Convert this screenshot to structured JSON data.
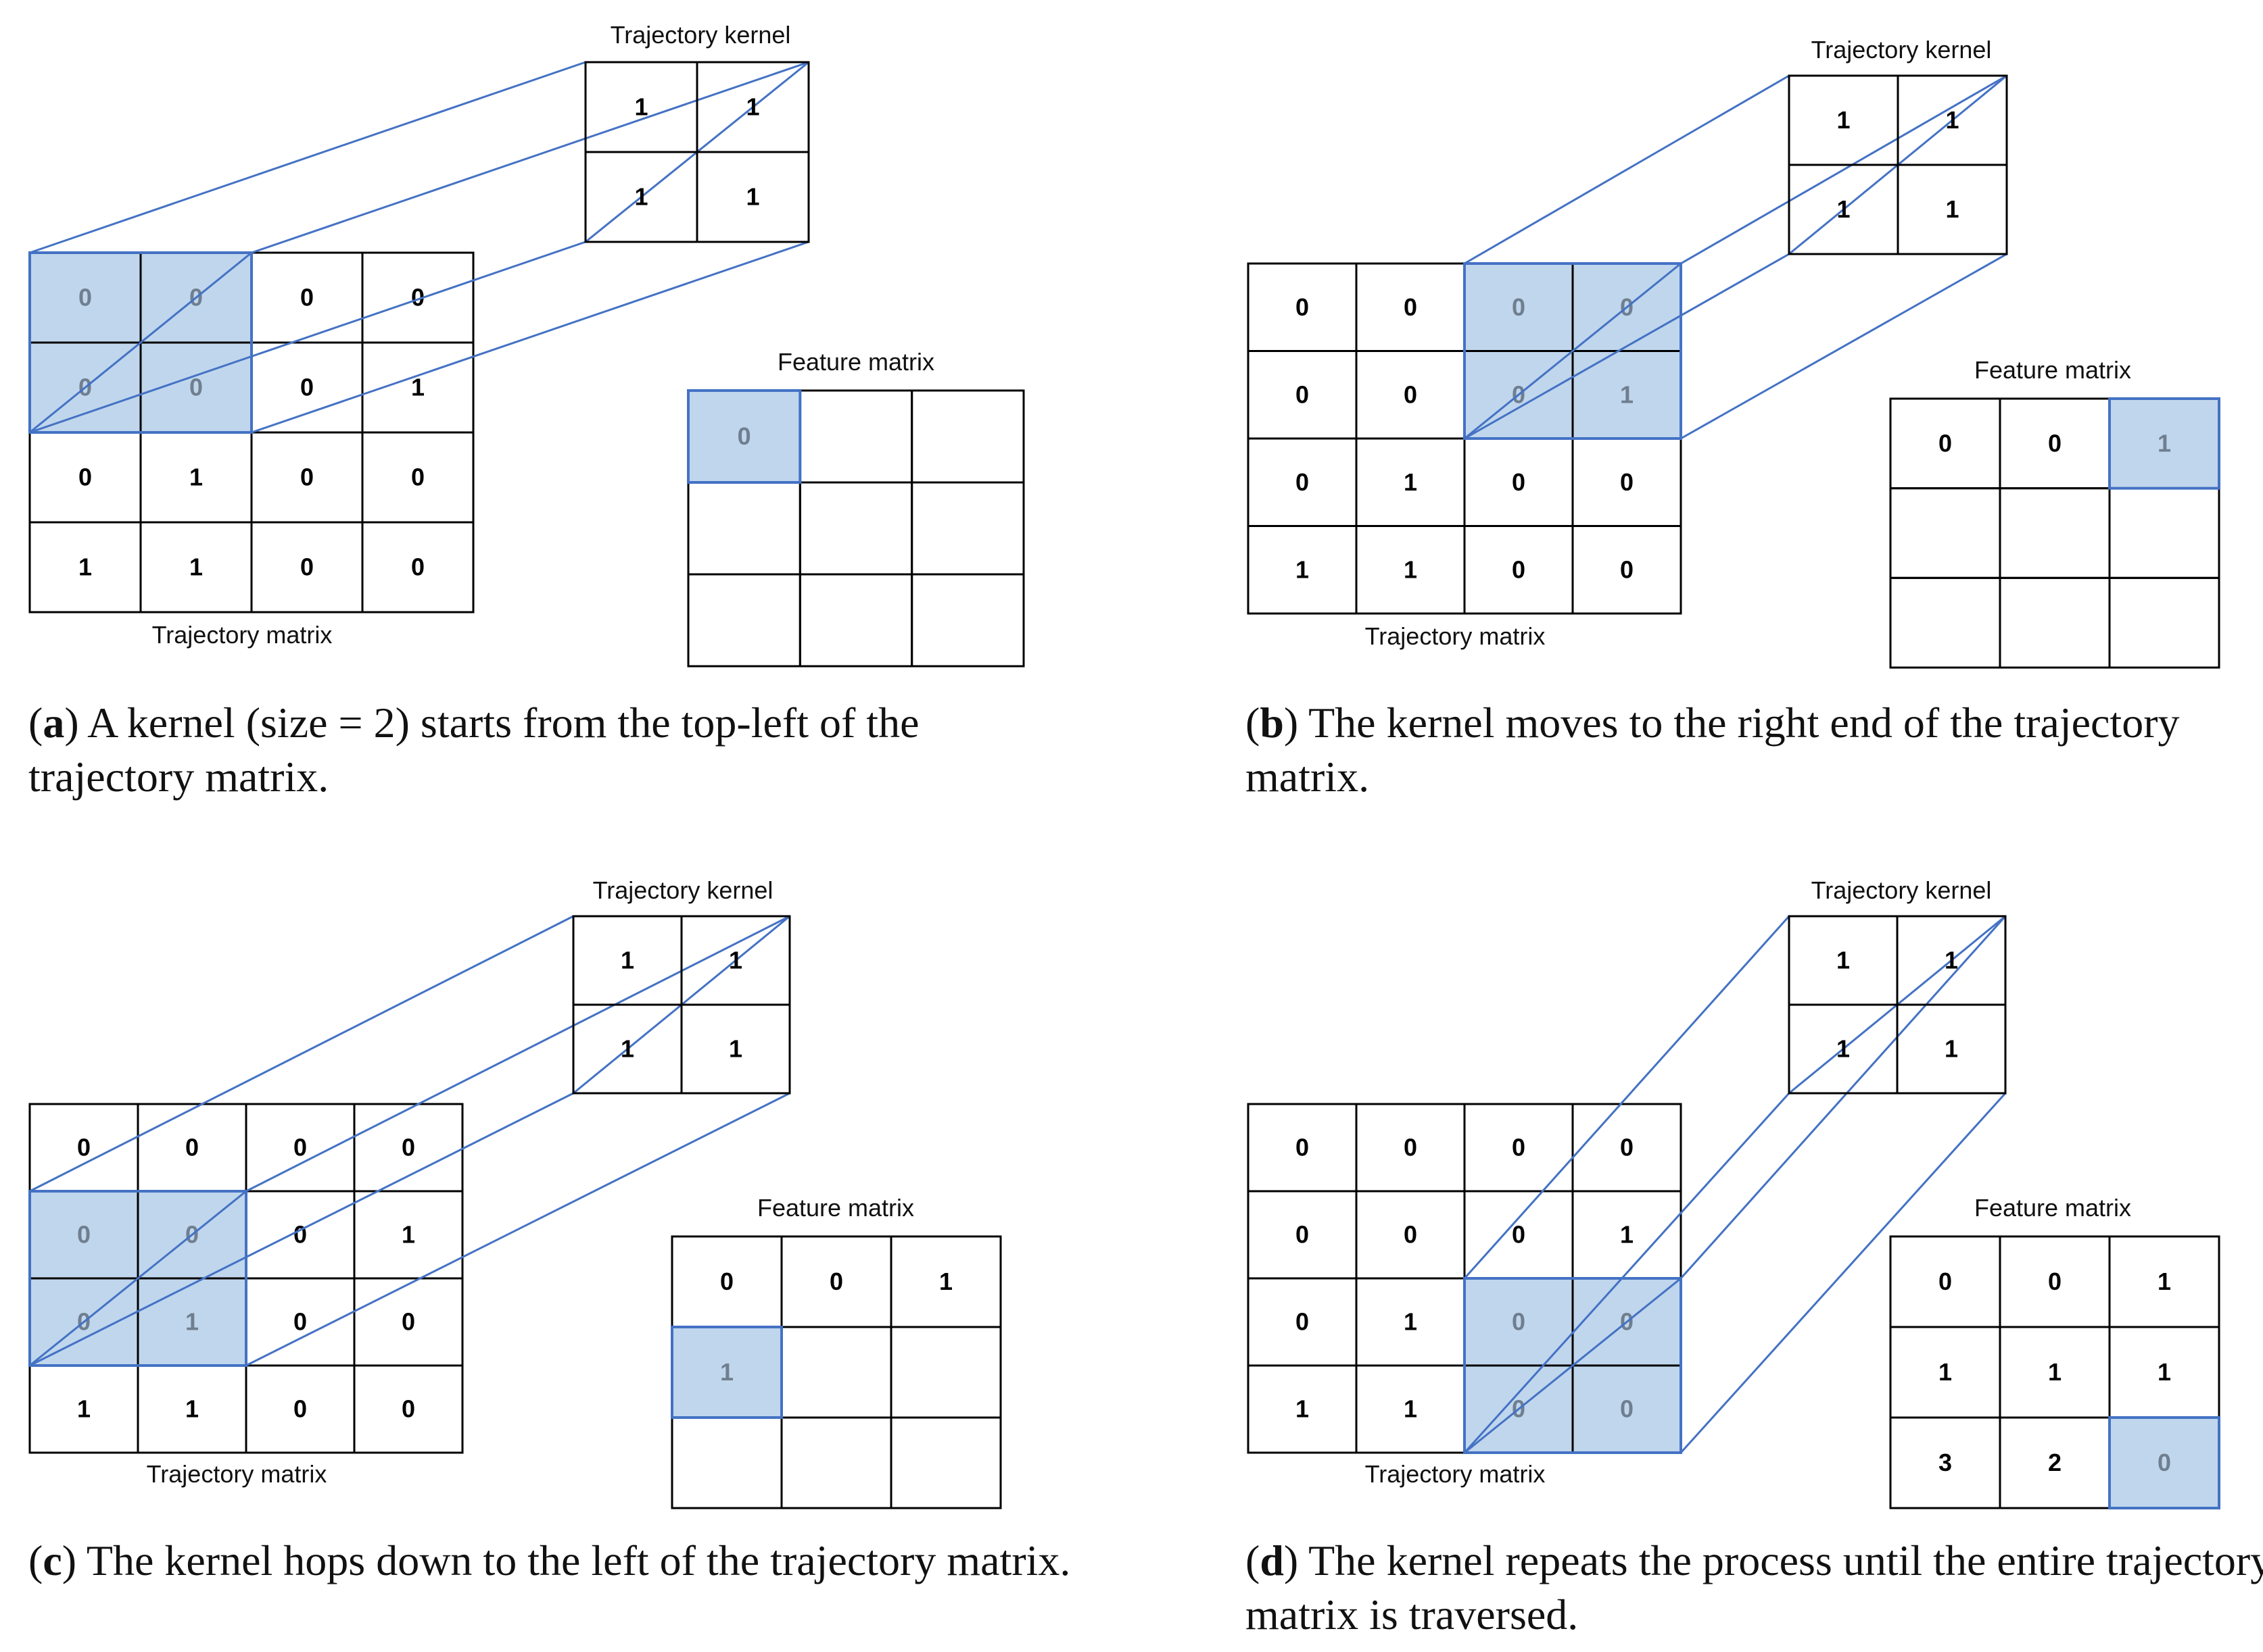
{
  "colors": {
    "highlight_fill": "#c0d6ed",
    "highlight_stroke": "#4472c4",
    "connector": "#4472c4",
    "grid": "#000000",
    "value_text": "#000000",
    "value_text_highlighted": "#6f7f8f"
  },
  "panels": [
    {
      "id": "a",
      "caption_label": "a",
      "caption_text": "A kernel (size = 2) starts from the top-left of the trajectory matrix.",
      "trajectory_label": "Trajectory matrix",
      "kernel_label": "Trajectory kernel",
      "feature_label": "Feature matrix",
      "trajectory_matrix": [
        [
          "0",
          "0",
          "0",
          "0"
        ],
        [
          "0",
          "0",
          "0",
          "1"
        ],
        [
          "0",
          "1",
          "0",
          "0"
        ],
        [
          "1",
          "1",
          "0",
          "0"
        ]
      ],
      "kernel": [
        [
          "1",
          "1"
        ],
        [
          "1",
          "1"
        ]
      ],
      "feature_matrix": [
        [
          "0",
          "",
          ""
        ],
        [
          "",
          "",
          ""
        ],
        [
          "",
          "",
          ""
        ]
      ],
      "kernel_position": [
        0,
        0
      ],
      "feature_highlight": [
        0,
        0
      ]
    },
    {
      "id": "b",
      "caption_label": "b",
      "caption_text": "The kernel moves to the right end of the trajectory matrix.",
      "trajectory_label": "Trajectory matrix",
      "kernel_label": "Trajectory kernel",
      "feature_label": "Feature matrix",
      "trajectory_matrix": [
        [
          "0",
          "0",
          "0",
          "0"
        ],
        [
          "0",
          "0",
          "0",
          "1"
        ],
        [
          "0",
          "1",
          "0",
          "0"
        ],
        [
          "1",
          "1",
          "0",
          "0"
        ]
      ],
      "kernel": [
        [
          "1",
          "1"
        ],
        [
          "1",
          "1"
        ]
      ],
      "feature_matrix": [
        [
          "0",
          "0",
          "1"
        ],
        [
          "",
          "",
          ""
        ],
        [
          "",
          "",
          ""
        ]
      ],
      "kernel_position": [
        0,
        2
      ],
      "feature_highlight": [
        0,
        2
      ]
    },
    {
      "id": "c",
      "caption_label": "c",
      "caption_text": "The kernel hops down to the left of the trajectory matrix.",
      "trajectory_label": "Trajectory matrix",
      "kernel_label": "Trajectory kernel",
      "feature_label": "Feature matrix",
      "trajectory_matrix": [
        [
          "0",
          "0",
          "0",
          "0"
        ],
        [
          "0",
          "0",
          "0",
          "1"
        ],
        [
          "0",
          "1",
          "0",
          "0"
        ],
        [
          "1",
          "1",
          "0",
          "0"
        ]
      ],
      "kernel": [
        [
          "1",
          "1"
        ],
        [
          "1",
          "1"
        ]
      ],
      "feature_matrix": [
        [
          "0",
          "0",
          "1"
        ],
        [
          "1",
          "",
          ""
        ],
        [
          "",
          "",
          ""
        ]
      ],
      "kernel_position": [
        1,
        0
      ],
      "feature_highlight": [
        1,
        0
      ]
    },
    {
      "id": "d",
      "caption_label": "d",
      "caption_text": "The kernel repeats the process until the entire trajectory matrix is traversed.",
      "trajectory_label": "Trajectory matrix",
      "kernel_label": "Trajectory kernel",
      "feature_label": "Feature matrix",
      "trajectory_matrix": [
        [
          "0",
          "0",
          "0",
          "0"
        ],
        [
          "0",
          "0",
          "0",
          "1"
        ],
        [
          "0",
          "1",
          "0",
          "0"
        ],
        [
          "1",
          "1",
          "0",
          "0"
        ]
      ],
      "kernel": [
        [
          "1",
          "1"
        ],
        [
          "1",
          "1"
        ]
      ],
      "feature_matrix": [
        [
          "0",
          "0",
          "1"
        ],
        [
          "1",
          "1",
          "1"
        ],
        [
          "3",
          "2",
          "0"
        ]
      ],
      "kernel_position": [
        2,
        2
      ],
      "feature_highlight": [
        2,
        2
      ]
    }
  ]
}
